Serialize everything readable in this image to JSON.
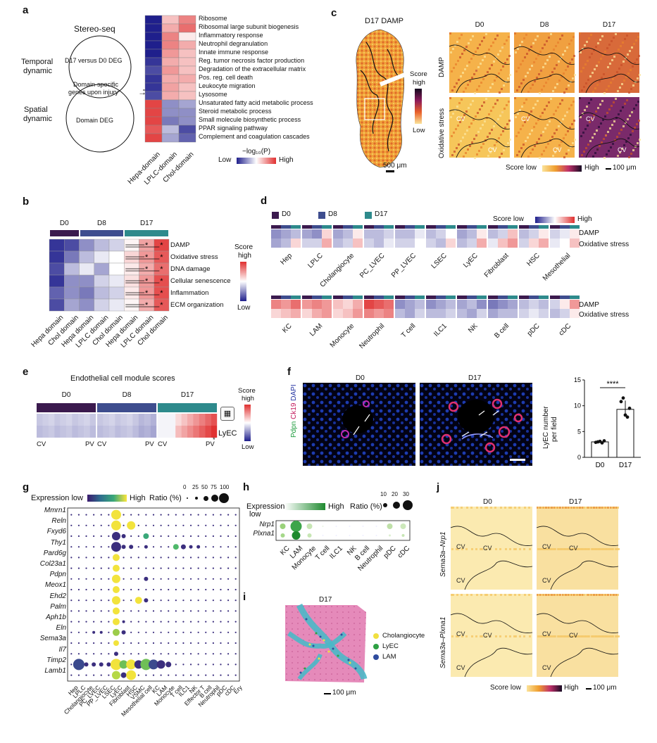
{
  "panels": {
    "a": {
      "letter": "a",
      "title": "Stereo-seq",
      "temporal": [
        "Temporal",
        "dynamic"
      ],
      "spatial": [
        "Spatial",
        "dynamic"
      ],
      "circle_top": "D17 versus D0 DEG",
      "circle_mid": [
        "Domain-specific",
        "genes upon injury"
      ],
      "circle_bottom": "Domain DEG",
      "terms": [
        "Ribosome",
        "Ribosomal large subunit biogenesis",
        "Inflammatory response",
        "Neutrophil degranulation",
        "Innate immune response",
        "Reg. tumor necrosis factor production",
        "Degradation of the extracellular matrix",
        "Pos. reg. cell death",
        "Leukocyte migration",
        "Lysosome",
        "Unsaturated fatty acid metabolic process",
        "Steroid metabolic process",
        "Small molecule biosynthetic process",
        "PPAR signaling pathway",
        "Complement and coagulation cascades"
      ],
      "columns": [
        "Hepa-domain",
        "LPLC-domain",
        "Chol-domain"
      ],
      "heat": [
        [
          -1,
          0.3,
          0.6
        ],
        [
          -1,
          0.4,
          0.7
        ],
        [
          -1,
          0.6,
          0.1
        ],
        [
          -1,
          0.6,
          0.4
        ],
        [
          -1,
          0.5,
          0.3
        ],
        [
          -0.9,
          0.4,
          0.3
        ],
        [
          -0.8,
          0.5,
          0.3
        ],
        [
          -0.9,
          0.4,
          0.4
        ],
        [
          -0.9,
          0.45,
          0.3
        ],
        [
          -0.8,
          0.4,
          0.3
        ],
        [
          0.9,
          -0.5,
          -0.4
        ],
        [
          0.9,
          -0.5,
          -0.5
        ],
        [
          0.9,
          -0.6,
          -0.5
        ],
        [
          0.8,
          -0.3,
          -0.8
        ],
        [
          0.9,
          -0.4,
          -0.7
        ]
      ],
      "legend_title": "−log₁₀(P)",
      "legend_low": "Low",
      "legend_high": "High"
    },
    "b": {
      "letter": "b",
      "groups": [
        "D0",
        "D8",
        "D17"
      ],
      "group_colors": [
        "#3b1a4e",
        "#3e4d8e",
        "#2e8a8c"
      ],
      "rows": [
        "DAMP",
        "Oxidative stress",
        "DNA damage",
        "Cellular senescence",
        "Inflammation",
        "ECM organization"
      ],
      "columns": [
        "Hepa domain",
        "Chol domain",
        "Hepa domain",
        "LPLC domain",
        "Chol domain",
        "Hepa domain",
        "LPLC domain",
        "Chol domain"
      ],
      "heat": [
        [
          -0.9,
          -0.8,
          -0.5,
          -0.3,
          -0.2,
          0.05,
          0.45,
          0.9
        ],
        [
          -0.9,
          -0.6,
          -0.3,
          -0.1,
          0.0,
          0.2,
          0.5,
          0.8
        ],
        [
          -0.8,
          -0.3,
          -0.1,
          -0.4,
          0.0,
          0.1,
          0.4,
          0.7
        ],
        [
          -0.9,
          -0.5,
          -0.5,
          -0.2,
          -0.1,
          0.15,
          0.5,
          0.85
        ],
        [
          -0.7,
          -0.5,
          -0.6,
          -0.3,
          -0.2,
          0.1,
          0.5,
          0.85
        ],
        [
          -0.8,
          -0.4,
          -0.5,
          -0.2,
          -0.1,
          0.05,
          0.4,
          0.8
        ]
      ],
      "legend_title": [
        "Score",
        "high"
      ],
      "legend_low": "Low",
      "star": "*"
    },
    "c": {
      "letter": "c",
      "title": "D17 DAMP",
      "scale_big": "500 μm",
      "score_high": [
        "Score",
        "high"
      ],
      "score_low": "Low",
      "cols": [
        "D0",
        "D8",
        "D17"
      ],
      "rows": [
        "DAMP",
        "Oxidative stress"
      ],
      "cv": "CV",
      "legend_low": "Score low",
      "legend_high": "High",
      "scale_small": "100 μm"
    },
    "d": {
      "letter": "d",
      "legend": [
        "D0",
        "D8",
        "D17"
      ],
      "legend_colors": [
        "#3b1a4e",
        "#3e4d8e",
        "#2e8a8c"
      ],
      "score_low": "Score low",
      "score_high": "High",
      "rows": [
        "DAMP",
        "Oxidative stress"
      ],
      "top_cells": [
        "Hep",
        "LPLC",
        "Cholangiocyte",
        "PC_LVEC",
        "PP_LVEC",
        "LSEC",
        "LyEC",
        "Fibroblast",
        "HSC",
        "Mesothelial"
      ],
      "bottom_cells": [
        "KC",
        "LAM",
        "Monocyte",
        "Neutrophil",
        "T cell",
        "ILC1",
        "NK",
        "B cell",
        "pDC",
        "cDC"
      ],
      "top_heat": [
        [
          [
            -0.5,
            -0.4,
            -0.3
          ],
          [
            -0.4,
            -0.3,
            0.2
          ]
        ],
        [
          [
            -0.4,
            -0.5,
            0.2
          ],
          [
            -0.2,
            -0.2,
            0.4
          ]
        ],
        [
          [
            -0.4,
            -0.3,
            0.1
          ],
          [
            -0.3,
            -0.2,
            0.3
          ]
        ],
        [
          [
            -0.3,
            -0.3,
            -0.2
          ],
          [
            -0.2,
            -0.3,
            -0.1
          ]
        ],
        [
          [
            -0.3,
            -0.3,
            -0.1
          ],
          [
            -0.2,
            -0.2,
            0.0
          ]
        ],
        [
          [
            -0.3,
            -0.2,
            0.0
          ],
          [
            -0.2,
            -0.3,
            0.2
          ]
        ],
        [
          [
            -0.4,
            -0.3,
            0.1
          ],
          [
            -0.3,
            -0.2,
            0.4
          ]
        ],
        [
          [
            -0.3,
            -0.2,
            0.3
          ],
          [
            -0.1,
            0.3,
            0.5
          ]
        ],
        [
          [
            -0.3,
            -0.2,
            0.1
          ],
          [
            -0.2,
            0.2,
            0.4
          ]
        ],
        [
          [
            -0.2,
            -0.1,
            0.1
          ],
          [
            -0.1,
            0.0,
            0.3
          ]
        ]
      ],
      "bottom_heat": [
        [
          [
            0.6,
            0.5,
            0.7
          ],
          [
            0.2,
            0.3,
            0.4
          ]
        ],
        [
          [
            0.5,
            0.6,
            0.5
          ],
          [
            0.2,
            0.4,
            0.5
          ]
        ],
        [
          [
            0.3,
            0.2,
            0.4
          ],
          [
            0.2,
            0.3,
            0.5
          ]
        ],
        [
          [
            0.9,
            0.8,
            0.7
          ],
          [
            0.6,
            0.5,
            0.6
          ]
        ],
        [
          [
            -0.5,
            -0.4,
            -0.3
          ],
          [
            -0.3,
            -0.4,
            -0.2
          ]
        ],
        [
          [
            -0.5,
            -0.4,
            -0.3
          ],
          [
            -0.3,
            -0.3,
            -0.2
          ]
        ],
        [
          [
            -0.4,
            -0.3,
            -0.5
          ],
          [
            -0.3,
            -0.4,
            -0.2
          ]
        ],
        [
          [
            -0.6,
            -0.5,
            -0.4
          ],
          [
            -0.4,
            -0.3,
            -0.3
          ]
        ],
        [
          [
            -0.3,
            -0.2,
            -0.3
          ],
          [
            -0.2,
            -0.1,
            -0.2
          ]
        ],
        [
          [
            -0.2,
            0.1,
            0.5
          ],
          [
            -0.3,
            -0.2,
            0.1
          ]
        ]
      ]
    },
    "e": {
      "letter": "e",
      "title": "Endothelial cell module scores",
      "groups": [
        "D0",
        "D8",
        "D17"
      ],
      "row_label": "LyEC",
      "cv": "CV",
      "pv": "PV",
      "star": "*",
      "legend_title": [
        "Score",
        "high"
      ],
      "legend_low": "Low"
    },
    "f": {
      "letter": "f",
      "cols": [
        "D0",
        "D17"
      ],
      "side": [
        "Pdpn",
        "Ck19",
        "DAPI"
      ],
      "ylabel": [
        "LyEC number",
        "per field"
      ],
      "xcats": [
        "D0",
        "D17"
      ],
      "sig": "****",
      "bars": [
        3.0,
        9.3
      ],
      "yticks": [
        0,
        5,
        10,
        15
      ],
      "points_d0": [
        2.9,
        3.0,
        3.1,
        2.8,
        3.2
      ],
      "points_d17": [
        10.8,
        11.5,
        8.2,
        7.8,
        9.5
      ]
    },
    "g": {
      "letter": "g",
      "expr_low": "Expression low",
      "expr_high": "High",
      "ratio_label": "Ratio (%)",
      "ratio_ticks": [
        "0",
        "25",
        "50",
        "75",
        "100"
      ],
      "genes": [
        "Mmrn1",
        "Reln",
        "Fxyd6",
        "Thy1",
        "Pard6g",
        "Col23a1",
        "Pdpn",
        "Meox1",
        "Ehd2",
        "Palm",
        "Aph1b",
        "Eln",
        "Sema3a",
        "Il7",
        "Timp2",
        "Lamb1"
      ],
      "cells": [
        "Hep",
        "LPLC",
        "Cholangiocyte",
        "PC_LVEC",
        "PP_LVEC",
        "LSEC",
        "LyEC",
        "Fibroblast",
        "HSC",
        "VSMC",
        "Mesothelial cell",
        "KC",
        "LAM",
        "Monocyte",
        "T cell",
        "ILC1",
        "NK",
        "Effector T",
        "B cell",
        "Neutrophil",
        "pDC",
        "cDC",
        "Ery"
      ]
    },
    "h": {
      "letter": "h",
      "expr_low": [
        "Expression",
        "low"
      ],
      "expr_high": "High",
      "ratio_label": "Ratio (%)",
      "ratio_ticks": [
        "10",
        "20",
        "30"
      ],
      "genes": [
        "Nrp1",
        "Plxna1"
      ],
      "cells": [
        "KC",
        "LAM",
        "Monocyte",
        "T cell",
        "ILC1",
        "NK",
        "B cell",
        "Neutrophil",
        "pDC",
        "cDC"
      ]
    },
    "i": {
      "letter": "i",
      "title": "D17",
      "legend": [
        "Cholangiocyte",
        "LyEC",
        "LAM"
      ],
      "legend_colors": [
        "#f0e040",
        "#2ea043",
        "#2f4c9e"
      ],
      "scale": "100 μm"
    },
    "j": {
      "letter": "j",
      "cols": [
        "D0",
        "D17"
      ],
      "rows": [
        "Sema3a–Nrp1",
        "Sema3a–Plxna1"
      ],
      "cv": "CV",
      "legend_low": "Score low",
      "legend_high": "High",
      "scale": "100 μm"
    }
  }
}
